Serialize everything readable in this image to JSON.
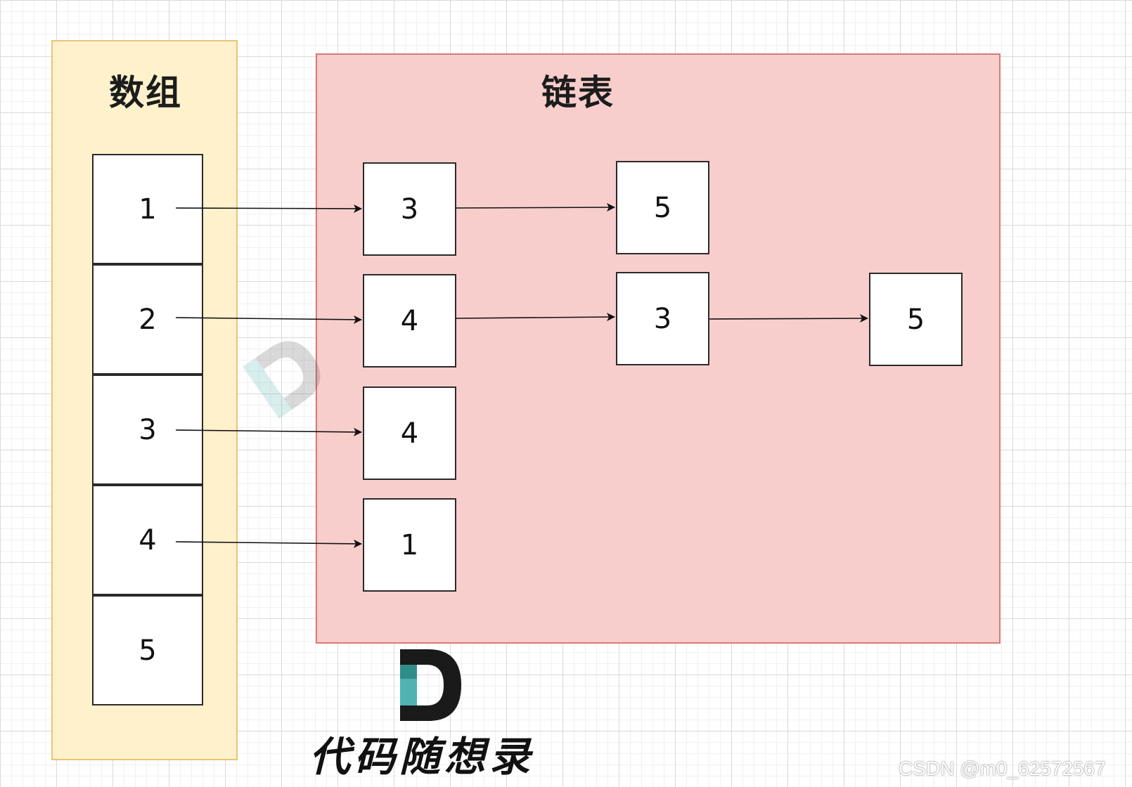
{
  "array": {
    "title": "数组",
    "cells": [
      "1",
      "2",
      "3",
      "4",
      "5"
    ]
  },
  "linked_list": {
    "title": "链表",
    "rows": [
      [
        "3",
        "5"
      ],
      [
        "4",
        "3",
        "5"
      ],
      [
        "4"
      ],
      [
        "1"
      ]
    ]
  },
  "watermark": {
    "logo_letter": "D",
    "logo_text": "代码随想录",
    "credit": "CSDN @m0_62572567"
  },
  "colors": {
    "array_fill": "#fff1cc",
    "array_border": "#e8c47a",
    "list_fill": "#f8cecc",
    "list_border": "#d97a75",
    "logo_teal": "#4fb3b1"
  }
}
